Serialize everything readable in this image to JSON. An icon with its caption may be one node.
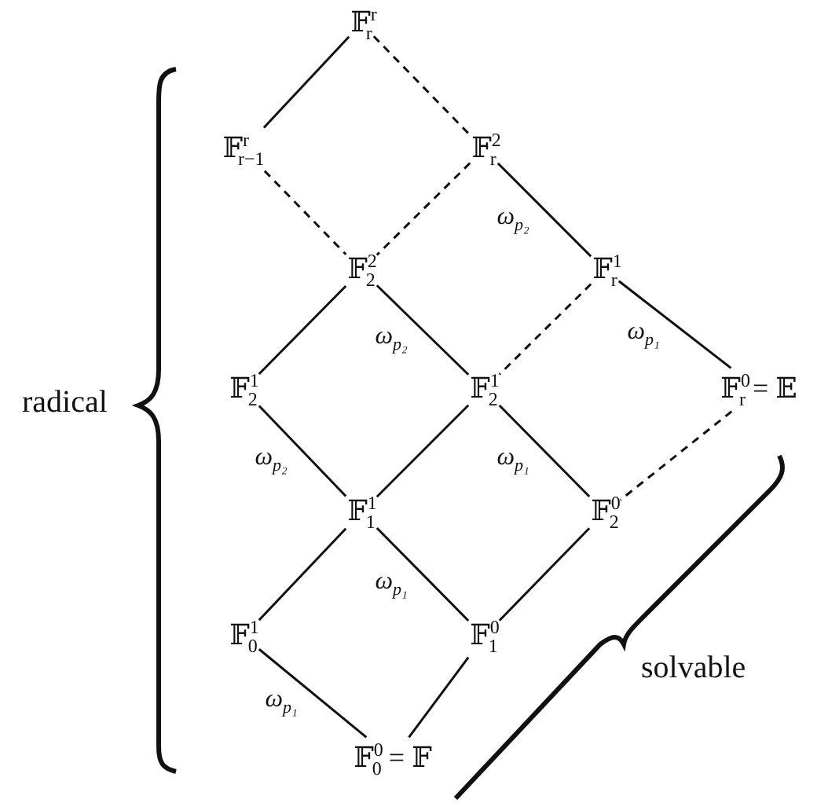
{
  "diagram": {
    "nodes": [
      {
        "text": [
          "𝔽$^{r}$$_{r}$"
        ]
      },
      {
        "text": [
          "𝔽$^{r}$$_{r−1}$"
        ]
      },
      {
        "text": [
          "𝔽$^{2}$$_{r}$"
        ]
      },
      {
        "text": [
          "𝔽$^{2}$$_{2}$"
        ]
      },
      {
        "text": [
          "𝔽$^{1}$$_{r}$"
        ]
      },
      {
        "text": [
          "𝔽$^{1}$$_{2}$"
        ]
      },
      {
        "text": [
          "𝔽$^{1}$$_{2}$"
        ]
      },
      {
        "text": [
          "𝔽$^{0}$$_{r}$ = 𝔼"
        ]
      },
      {
        "text": [
          "𝔽$^{1}$$_{1}$"
        ]
      },
      {
        "text": [
          "𝔽$^{0}$$_{2}$"
        ]
      },
      {
        "text": [
          "𝔽$^{1}$$_{0}$"
        ]
      },
      {
        "text": [
          "𝔽$^{0}$$_{1}$"
        ]
      },
      {
        "text": [
          "𝔽$^{0}$$_{0}$ = 𝔽"
        ]
      }
    ],
    "edges": [
      {
        "from": 0,
        "to": 1,
        "arrow": "none"
      },
      {
        "from": 0,
        "to": 2,
        "arrow": "none",
        "style": "dashed"
      },
      {
        "from": 1,
        "to": 3,
        "arrow": "none",
        "style": "dashed"
      },
      {
        "from": 2,
        "to": 3,
        "arrow": "none",
        "style": "dashed"
      },
      {
        "from": 2,
        "to": 4,
        "arrow": "none",
        "label": "ω$_{p₂}$"
      },
      {
        "from": 3,
        "to": 5,
        "arrow": "none"
      },
      {
        "from": 3,
        "to": 6,
        "arrow": "none",
        "label": "ω$_{p₂}$"
      },
      {
        "from": 4,
        "to": 6,
        "arrow": "none",
        "style": "dashed"
      },
      {
        "from": 4,
        "to": 7,
        "arrow": "none",
        "label": "ω$_{p₁}$"
      },
      {
        "from": 5,
        "to": 8,
        "arrow": "none",
        "label": "ω$_{p₂}$"
      },
      {
        "from": 6,
        "to": 8,
        "arrow": "none"
      },
      {
        "from": 6,
        "to": 9,
        "arrow": "none",
        "label": "ω$_{p₁}$"
      },
      {
        "from": 7,
        "to": 9,
        "arrow": "none",
        "style": "dashed"
      },
      {
        "from": 8,
        "to": 10,
        "arrow": "none"
      },
      {
        "from": 8,
        "to": 11,
        "arrow": "none",
        "label": "ω$_{p₁}$"
      },
      {
        "from": 9,
        "to": 11,
        "arrow": "none"
      },
      {
        "from": 10,
        "to": 12,
        "arrow": "none",
        "label": "ω$_{p₁}$"
      },
      {
        "from": 11,
        "to": 12,
        "arrow": "none"
      }
    ],
    "labels": [
      "radical",
      "solvable"
    ]
  }
}
